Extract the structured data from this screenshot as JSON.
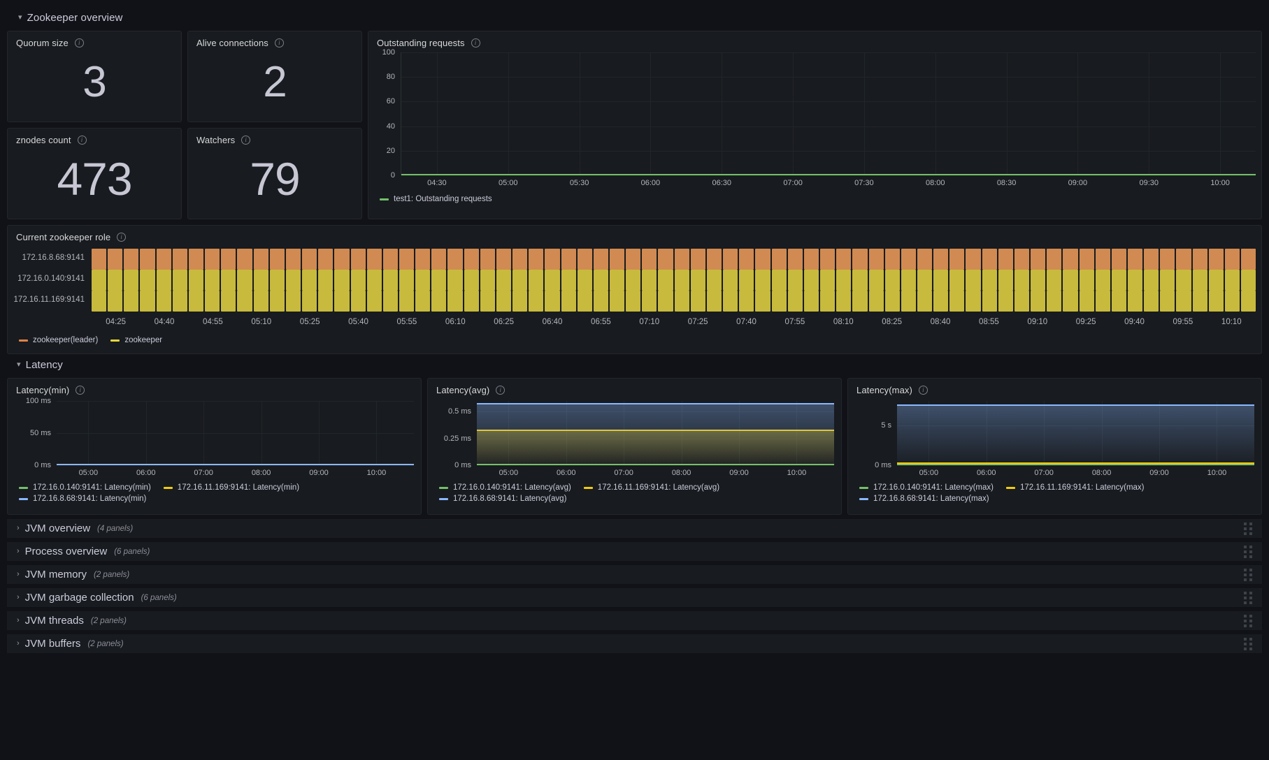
{
  "rows": {
    "zookeeper_overview": {
      "title": "Zookeeper overview",
      "caret": "chevron-down-icon"
    },
    "latency": {
      "title": "Latency",
      "caret": "chevron-down-icon"
    }
  },
  "stats": [
    {
      "title": "Quorum size",
      "value": "3"
    },
    {
      "title": "Alive connections",
      "value": "2"
    },
    {
      "title": "znodes count",
      "value": "473"
    },
    {
      "title": "Watchers",
      "value": "79"
    }
  ],
  "outstanding_requests": {
    "title": "Outstanding requests",
    "legend": [
      {
        "label": "test1: Outstanding requests",
        "color": "#73bf69"
      }
    ]
  },
  "zookeeper_role": {
    "title": "Current zookeeper role",
    "rows": [
      {
        "label": "172.16.8.68:9141",
        "color": "#d18a51"
      },
      {
        "label": "172.16.0.140:9141",
        "color": "#c7ba3d"
      },
      {
        "label": "172.16.11.169:9141",
        "color": "#c7ba3d"
      }
    ],
    "legend": [
      {
        "label": "zookeeper(leader)",
        "color": "#e0824a"
      },
      {
        "label": "zookeeper",
        "color": "#e8d63a"
      }
    ]
  },
  "latency_panels": [
    {
      "title": "Latency(min)",
      "legend": [
        {
          "label": "172.16.0.140:9141: Latency(min)",
          "color": "#73bf69"
        },
        {
          "label": "172.16.11.169:9141: Latency(min)",
          "color": "#f2cc0c"
        },
        {
          "label": "172.16.8.68:9141: Latency(min)",
          "color": "#8ab8ff"
        }
      ]
    },
    {
      "title": "Latency(avg)",
      "legend": [
        {
          "label": "172.16.0.140:9141: Latency(avg)",
          "color": "#73bf69"
        },
        {
          "label": "172.16.11.169:9141: Latency(avg)",
          "color": "#f2cc0c"
        },
        {
          "label": "172.16.8.68:9141: Latency(avg)",
          "color": "#8ab8ff"
        }
      ]
    },
    {
      "title": "Latency(max)",
      "legend": [
        {
          "label": "172.16.0.140:9141: Latency(max)",
          "color": "#73bf69"
        },
        {
          "label": "172.16.11.169:9141: Latency(max)",
          "color": "#f2cc0c"
        },
        {
          "label": "172.16.8.68:9141: Latency(max)",
          "color": "#8ab8ff"
        }
      ]
    }
  ],
  "collapsed_rows": [
    {
      "title": "JVM overview",
      "count": "(4 panels)"
    },
    {
      "title": "Process overview",
      "count": "(6 panels)"
    },
    {
      "title": "JVM memory",
      "count": "(2 panels)"
    },
    {
      "title": "JVM garbage collection",
      "count": "(6 panels)"
    },
    {
      "title": "JVM threads",
      "count": "(2 panels)"
    },
    {
      "title": "JVM buffers",
      "count": "(2 panels)"
    }
  ],
  "chart_data": [
    {
      "type": "line",
      "title": "Outstanding requests",
      "xlabel": "",
      "ylabel": "",
      "ylim": [
        0,
        100
      ],
      "yticks": [
        "0",
        "20",
        "40",
        "60",
        "80",
        "100"
      ],
      "xticks": [
        "04:30",
        "05:00",
        "05:30",
        "06:00",
        "06:30",
        "07:00",
        "07:30",
        "08:00",
        "08:30",
        "09:00",
        "09:30",
        "10:00"
      ],
      "grid": true,
      "legend_position": "bottom-left",
      "series": [
        {
          "name": "test1: Outstanding requests",
          "color": "#73bf69",
          "constant_value": 0
        }
      ]
    },
    {
      "type": "heatmap",
      "title": "Current zookeeper role",
      "xlabel": "",
      "ylabel": "",
      "categories": [
        "172.16.8.68:9141",
        "172.16.0.140:9141",
        "172.16.11.169:9141"
      ],
      "xticks": [
        "04:25",
        "04:40",
        "04:55",
        "05:10",
        "05:25",
        "05:40",
        "05:55",
        "06:10",
        "06:25",
        "06:40",
        "06:55",
        "07:10",
        "07:25",
        "07:40",
        "07:55",
        "08:10",
        "08:25",
        "08:40",
        "08:55",
        "09:10",
        "09:25",
        "09:40",
        "09:55",
        "10:10"
      ],
      "states": [
        "zookeeper(leader)",
        "zookeeper"
      ],
      "row_states": [
        "zookeeper(leader)",
        "zookeeper",
        "zookeeper"
      ],
      "segments_per_row": 72,
      "legend_position": "bottom-left"
    },
    {
      "type": "line",
      "title": "Latency(min)",
      "ylim": [
        0,
        100
      ],
      "yunit": "ms",
      "yticks": [
        "0 ms",
        "50 ms",
        "100 ms"
      ],
      "xticks": [
        "05:00",
        "06:00",
        "07:00",
        "08:00",
        "09:00",
        "10:00"
      ],
      "grid": true,
      "legend_position": "bottom-left",
      "series": [
        {
          "name": "172.16.0.140:9141: Latency(min)",
          "color": "#73bf69",
          "constant_value": 0
        },
        {
          "name": "172.16.11.169:9141: Latency(min)",
          "color": "#f2cc0c",
          "constant_value": 0
        },
        {
          "name": "172.16.8.68:9141: Latency(min)",
          "color": "#8ab8ff",
          "constant_value": 0
        }
      ]
    },
    {
      "type": "area",
      "title": "Latency(avg)",
      "ylim": [
        0,
        0.6
      ],
      "yunit": "ms",
      "yticks": [
        "0 ms",
        "0.25 ms",
        "0.5 ms"
      ],
      "xticks": [
        "05:00",
        "06:00",
        "07:00",
        "08:00",
        "09:00",
        "10:00"
      ],
      "grid": true,
      "legend_position": "bottom-left",
      "series": [
        {
          "name": "172.16.0.140:9141: Latency(avg)",
          "color": "#73bf69",
          "constant_value": 0
        },
        {
          "name": "172.16.11.169:9141: Latency(avg)",
          "color": "#f2cc0c",
          "constant_value": 0.32
        },
        {
          "name": "172.16.8.68:9141: Latency(avg)",
          "color": "#8ab8ff",
          "constant_value": 0.57
        }
      ]
    },
    {
      "type": "area",
      "title": "Latency(max)",
      "ylim": [
        0,
        8
      ],
      "yunit": "s",
      "yticks": [
        "0 ms",
        "5 s"
      ],
      "xticks": [
        "05:00",
        "06:00",
        "07:00",
        "08:00",
        "09:00",
        "10:00"
      ],
      "grid": true,
      "legend_position": "bottom-left",
      "series": [
        {
          "name": "172.16.0.140:9141: Latency(max)",
          "color": "#73bf69",
          "constant_value": 0
        },
        {
          "name": "172.16.11.169:9141: Latency(max)",
          "color": "#f2cc0c",
          "constant_value": 0.2
        },
        {
          "name": "172.16.8.68:9141: Latency(max)",
          "color": "#8ab8ff",
          "constant_value": 7.4
        }
      ]
    }
  ]
}
